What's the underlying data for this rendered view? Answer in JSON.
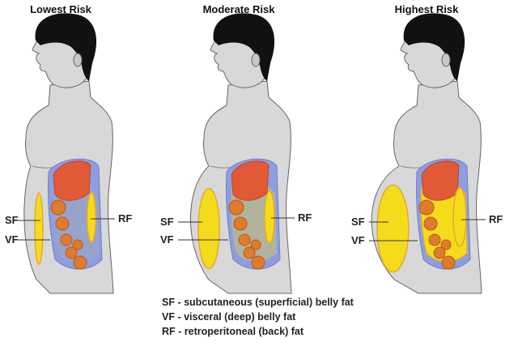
{
  "figures": [
    {
      "title": "Lowest Risk",
      "sf": "SF",
      "vf": "VF",
      "rf": "RF",
      "belly": 0,
      "visceral": 0.1
    },
    {
      "title": "Moderate Risk",
      "sf": "SF",
      "vf": "VF",
      "rf": "RF",
      "belly": 18,
      "visceral": 0.35
    },
    {
      "title": "Highest Risk",
      "sf": "SF",
      "vf": "VF",
      "rf": "RF",
      "belly": 32,
      "visceral": 1
    }
  ],
  "legend": [
    "SF - subcutaneous (superficial) belly fat",
    "VF - visceral (deep) belly fat",
    "RF - retroperitoneal (back) fat"
  ],
  "colors": {
    "skin": "#d8d8d8",
    "hair": "#111111",
    "fat": "#f4dc1c",
    "gut": "#8e9de0",
    "liver": "#e05a38",
    "organ": "#e07a2c"
  }
}
